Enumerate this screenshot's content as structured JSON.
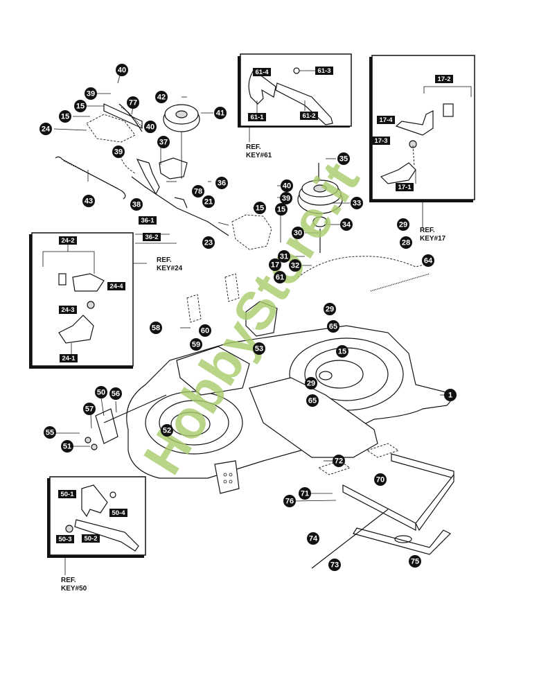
{
  "watermark": "HobbyStore.it",
  "callouts": [
    {
      "id": "c40a",
      "label": "40"
    },
    {
      "id": "c39a",
      "label": "39"
    },
    {
      "id": "c15a",
      "label": "15"
    },
    {
      "id": "c15b",
      "label": "15"
    },
    {
      "id": "c24",
      "label": "24"
    },
    {
      "id": "c77",
      "label": "77"
    },
    {
      "id": "c42",
      "label": "42"
    },
    {
      "id": "c41",
      "label": "41"
    },
    {
      "id": "c40b",
      "label": "40"
    },
    {
      "id": "c39b",
      "label": "39"
    },
    {
      "id": "c37",
      "label": "37"
    },
    {
      "id": "c43",
      "label": "43"
    },
    {
      "id": "c38",
      "label": "38"
    },
    {
      "id": "c36",
      "label": "36"
    },
    {
      "id": "c78",
      "label": "78"
    },
    {
      "id": "c21",
      "label": "21"
    },
    {
      "id": "c23",
      "label": "23"
    },
    {
      "id": "c35",
      "label": "35"
    },
    {
      "id": "c40c",
      "label": "40"
    },
    {
      "id": "c39c",
      "label": "39"
    },
    {
      "id": "c15c",
      "label": "15"
    },
    {
      "id": "c15d",
      "label": "15"
    },
    {
      "id": "c33",
      "label": "33"
    },
    {
      "id": "c34",
      "label": "34"
    },
    {
      "id": "c30",
      "label": "30"
    },
    {
      "id": "c29a",
      "label": "29"
    },
    {
      "id": "c28",
      "label": "28"
    },
    {
      "id": "c17",
      "label": "17"
    },
    {
      "id": "c31",
      "label": "31"
    },
    {
      "id": "c32",
      "label": "32"
    },
    {
      "id": "c64",
      "label": "64"
    },
    {
      "id": "c61",
      "label": "61"
    },
    {
      "id": "c29b",
      "label": "29"
    },
    {
      "id": "c65a",
      "label": "65"
    },
    {
      "id": "c15e",
      "label": "15"
    },
    {
      "id": "c58",
      "label": "58"
    },
    {
      "id": "c60",
      "label": "60"
    },
    {
      "id": "c59",
      "label": "59"
    },
    {
      "id": "c53",
      "label": "53"
    },
    {
      "id": "c29c",
      "label": "29"
    },
    {
      "id": "c65b",
      "label": "65"
    },
    {
      "id": "c1",
      "label": "1"
    },
    {
      "id": "c50",
      "label": "50"
    },
    {
      "id": "c56",
      "label": "56"
    },
    {
      "id": "c57",
      "label": "57"
    },
    {
      "id": "c55",
      "label": "55"
    },
    {
      "id": "c51",
      "label": "51"
    },
    {
      "id": "c52",
      "label": "52"
    },
    {
      "id": "c72",
      "label": "72"
    },
    {
      "id": "c70",
      "label": "70"
    },
    {
      "id": "c71",
      "label": "71"
    },
    {
      "id": "c76",
      "label": "76"
    },
    {
      "id": "c74",
      "label": "74"
    },
    {
      "id": "c73",
      "label": "73"
    },
    {
      "id": "c75",
      "label": "75"
    }
  ],
  "tags": {
    "t36_1": "36-1",
    "t36_2": "36-2",
    "t61_1": "61-1",
    "t61_2": "61-2",
    "t61_3": "61-3",
    "t61_4": "61-4",
    "t17_1": "17-1",
    "t17_2": "17-2",
    "t17_3": "17-3",
    "t17_4": "17-4",
    "t24_1": "24-1",
    "t24_2": "24-2",
    "t24_3": "24-3",
    "t24_4": "24-4",
    "t50_1": "50-1",
    "t50_2": "50-2",
    "t50_3": "50-3",
    "t50_4": "50-4"
  },
  "refs": {
    "ref61": {
      "line1": "REF.",
      "line2": "KEY#61"
    },
    "ref17": {
      "line1": "REF.",
      "line2": "KEY#17"
    },
    "ref24": {
      "line1": "REF.",
      "line2": "KEY#24"
    },
    "ref50": {
      "line1": "REF.",
      "line2": "KEY#50"
    }
  }
}
